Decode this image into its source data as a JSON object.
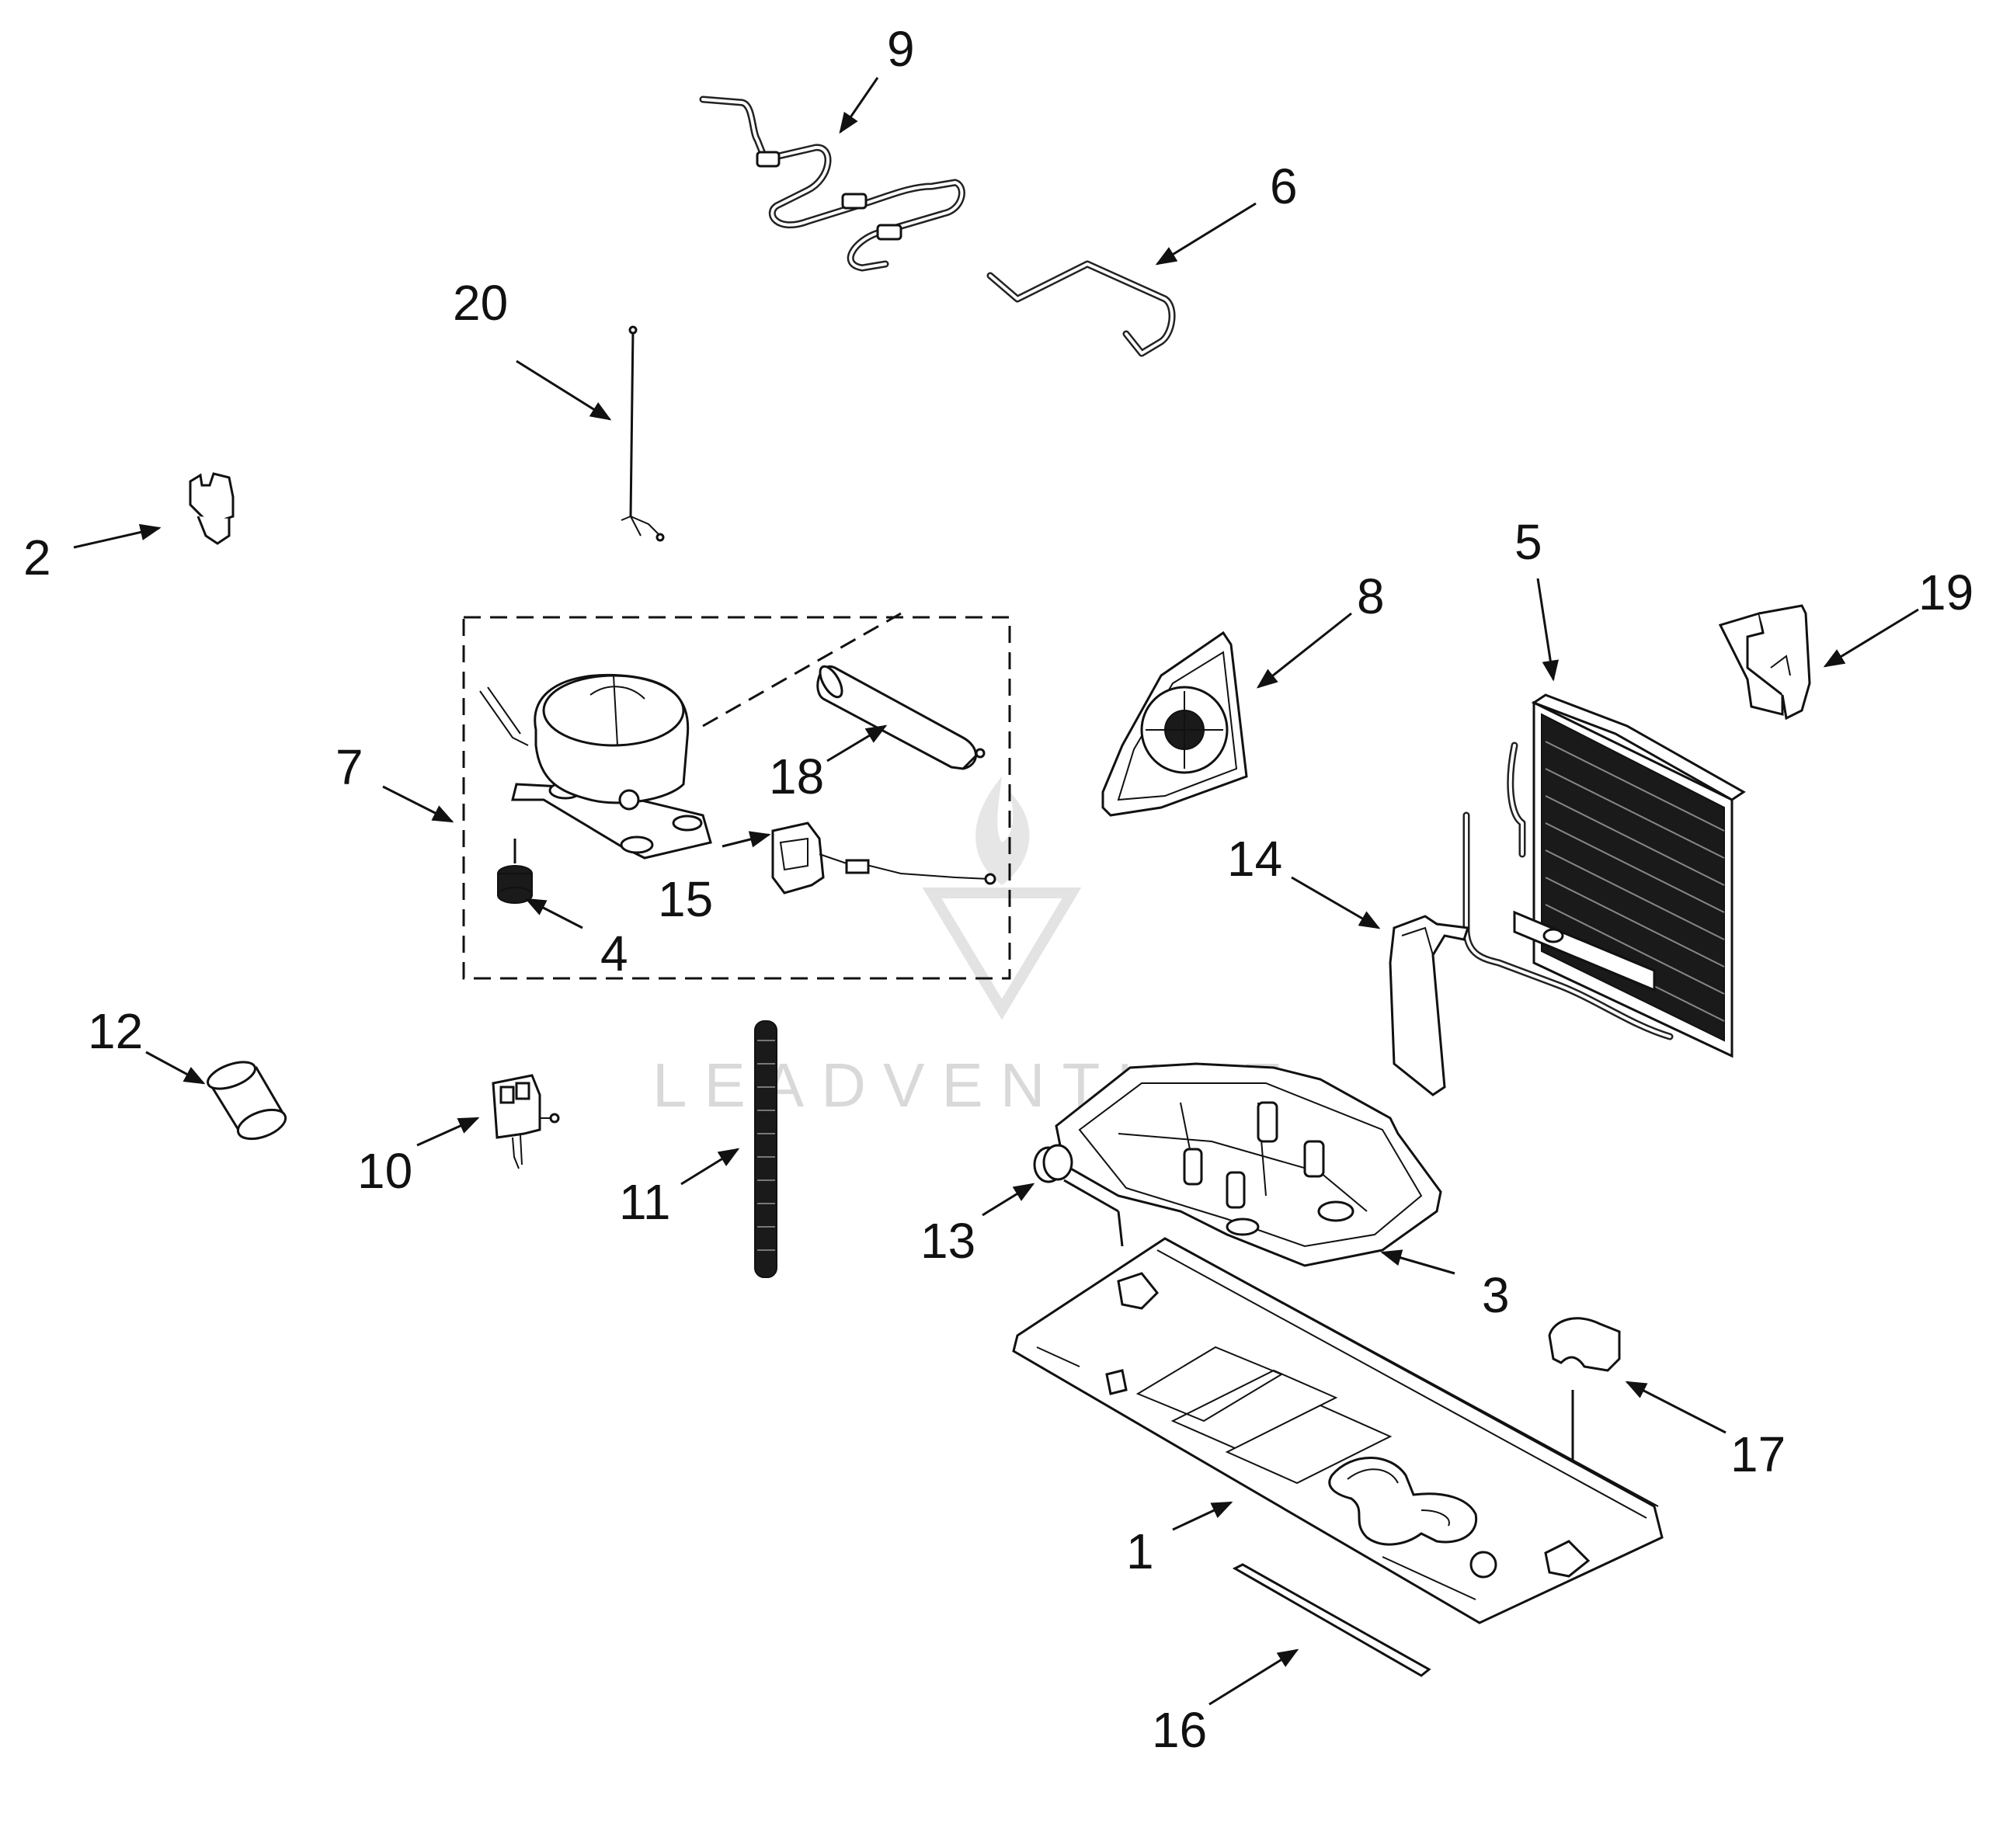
{
  "watermark": {
    "text": "LEADVENTURE"
  },
  "callouts": {
    "c1": "1",
    "c2": "2",
    "c3": "3",
    "c4": "4",
    "c5": "5",
    "c6": "6",
    "c7": "7",
    "c8": "8",
    "c9": "9",
    "c10": "10",
    "c11": "11",
    "c12": "12",
    "c13": "13",
    "c14": "14",
    "c15": "15",
    "c16": "16",
    "c17": "17",
    "c18": "18",
    "c19": "19",
    "c20": "20"
  }
}
